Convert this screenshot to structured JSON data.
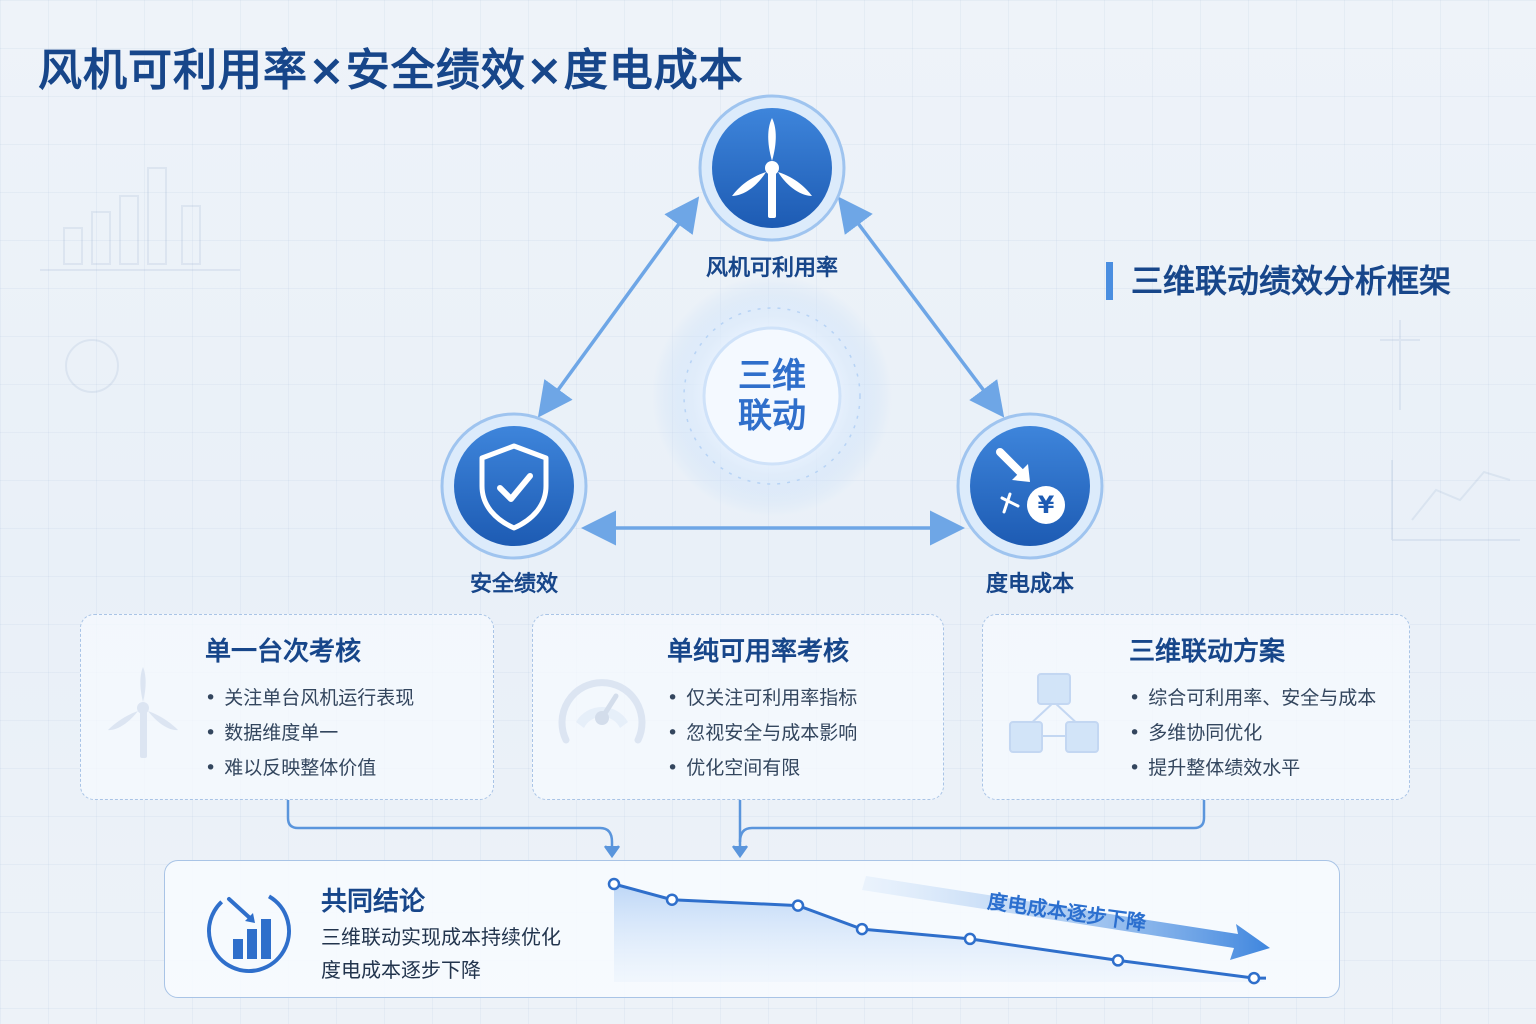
{
  "title": "风机可利用率×安全绩效×度电成本",
  "framework_title": "三维联动绩效分析框架",
  "center": {
    "line1": "三维",
    "line2": "联动"
  },
  "nodes": {
    "availability": "风机可利用率",
    "safety": "安全绩效",
    "lcoe": "度电成本"
  },
  "cards": [
    {
      "title": "单一台次考核",
      "items": [
        "关注单台风机运行表现",
        "数据维度单一",
        "难以反映整体价值"
      ]
    },
    {
      "title": "单纯可用率考核",
      "items": [
        "仅关注可利用率指标",
        "忽视安全与成本影响",
        "优化空间有限"
      ]
    },
    {
      "title": "三维联动方案",
      "items": [
        "综合可利用率、安全与成本",
        "多维协同优化",
        "提升整体绩效水平"
      ]
    }
  ],
  "conclusion": {
    "title": "共同结论",
    "line1": "三维联动实现成本持续优化",
    "line2": "度电成本逐步下降"
  },
  "trend": {
    "label": "度电成本逐步下降",
    "values": [
      100,
      92,
      89,
      77,
      72,
      61,
      52
    ]
  },
  "bullet": "•",
  "colors": {
    "primary": "#2f6fcb",
    "dark": "#17468a",
    "accent": "#4a8ee0"
  },
  "icons": {
    "availability": "wind-turbine-icon",
    "safety": "shield-check-icon",
    "lcoe": "cost-down-yuan-icon",
    "card1": "wind-turbine-icon",
    "card2": "gauge-icon",
    "card3": "cubes-network-icon",
    "conclusion": "chart-down-icon"
  }
}
